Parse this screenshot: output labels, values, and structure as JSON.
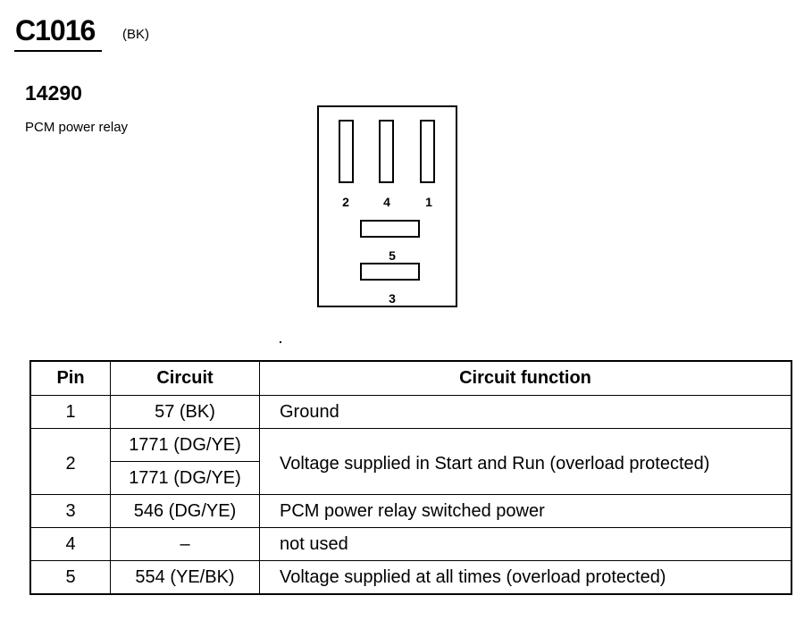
{
  "connector": {
    "id": "C1016",
    "color_code": "(BK)",
    "part_number": "14290",
    "part_name": "PCM power relay"
  },
  "diagram": {
    "pin_labels": {
      "p2": "2",
      "p4": "4",
      "p1": "1",
      "p5": "5",
      "p3": "3"
    }
  },
  "table": {
    "headers": [
      "Pin",
      "Circuit",
      "Circuit function"
    ],
    "rows": [
      {
        "pin": "1",
        "circuits": [
          "57 (BK)"
        ],
        "function": "Ground"
      },
      {
        "pin": "2",
        "circuits": [
          "1771 (DG/YE)",
          "1771 (DG/YE)"
        ],
        "function": "Voltage supplied in Start and Run (overload protected)"
      },
      {
        "pin": "3",
        "circuits": [
          "546 (DG/YE)"
        ],
        "function": "PCM power relay switched power"
      },
      {
        "pin": "4",
        "circuits": [
          "–"
        ],
        "function": "not used"
      },
      {
        "pin": "5",
        "circuits": [
          "554 (YE/BK)"
        ],
        "function": "Voltage supplied at all times (overload protected)"
      }
    ]
  }
}
